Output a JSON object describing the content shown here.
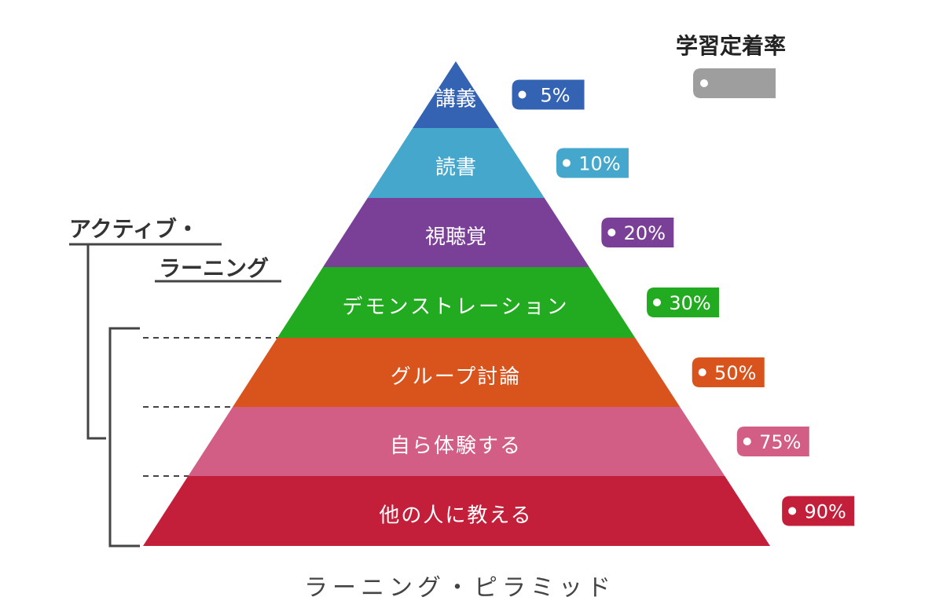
{
  "legend": {
    "title": "学習定着率",
    "tag_color": "#9e9e9e"
  },
  "active_learning": {
    "line1": "アクティブ・",
    "line2": "ラーニング"
  },
  "caption": "ラーニング・ピラミッド",
  "layers": [
    {
      "label": "講義",
      "rate": "5%",
      "color": "#3563b3"
    },
    {
      "label": "読書",
      "rate": "10%",
      "color": "#46a7cc"
    },
    {
      "label": "視聴覚",
      "rate": "20%",
      "color": "#7a3f97"
    },
    {
      "label": "デモンストレーション",
      "rate": "30%",
      "color": "#22aa20"
    },
    {
      "label": "グループ討論",
      "rate": "50%",
      "color": "#d9531d"
    },
    {
      "label": "自ら体験する",
      "rate": "75%",
      "color": "#d25e86"
    },
    {
      "label": "他の人に教える",
      "rate": "90%",
      "color": "#c41f3a"
    }
  ]
}
